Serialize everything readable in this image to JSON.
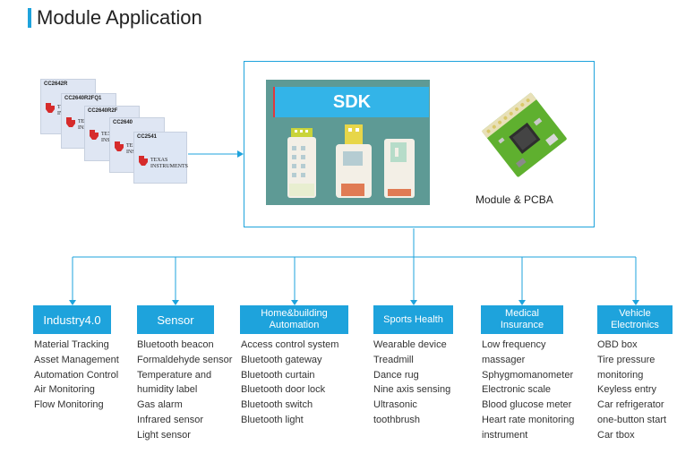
{
  "title": "Module Application",
  "chips": [
    {
      "label": "CC2642R"
    },
    {
      "label": "CC2640R2FQ1"
    },
    {
      "label": "CC2640R2F"
    },
    {
      "label": "CC2640"
    },
    {
      "label": "CC2541"
    }
  ],
  "ti_brand": {
    "line1": "TEXAS",
    "line2": "INSTRUMENTS"
  },
  "sdk_label": "SDK",
  "module_label": "Module & PCBA",
  "categories": [
    {
      "label": "Industry4.0",
      "items": [
        "Material Tracking",
        "Asset Management",
        "Automation Control",
        "Air Monitoring",
        "Flow Monitoring"
      ]
    },
    {
      "label": "Sensor",
      "items": [
        "Bluetooth beacon",
        "Formaldehyde sensor",
        "Temperature and",
        "humidity label",
        "Gas alarm",
        "Infrared sensor",
        "Light sensor"
      ]
    },
    {
      "label": "Home&building Automation",
      "items": [
        "Access control system",
        "Bluetooth gateway",
        "Bluetooth curtain",
        "Bluetooth door lock",
        "Bluetooth switch",
        "Bluetooth light"
      ]
    },
    {
      "label": "Sports Health",
      "items": [
        "Wearable device",
        "Treadmill",
        "Dance rug",
        "Nine axis sensing",
        "Ultrasonic",
        "toothbrush"
      ]
    },
    {
      "label": "Medical Insurance",
      "items": [
        "Low frequency",
        "massager",
        "Sphygmomanometer",
        "Electronic scale",
        "Blood glucose meter",
        "Heart rate monitoring",
        "instrument"
      ]
    },
    {
      "label": "Vehicle Electronics",
      "items": [
        "OBD box",
        "Tire pressure",
        "monitoring",
        "Keyless entry",
        "Car refrigerator",
        "one-button start",
        "Car tbox"
      ]
    }
  ],
  "colors": {
    "accent": "#1ea3dc",
    "sdk_panel": "#5e9a95",
    "pcb": "#5fb02f",
    "ti_red": "#d62b2b"
  }
}
